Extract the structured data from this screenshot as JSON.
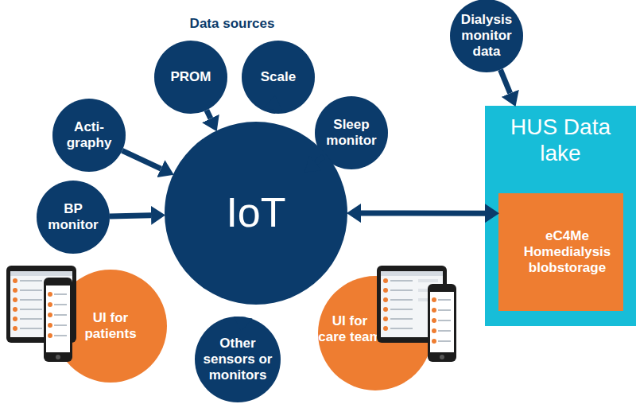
{
  "diagram": {
    "nodes": [
      {
        "text": [
          "PROM"
        ]
      },
      {
        "text": [
          "Scale"
        ]
      },
      {
        "text": [
          "Dialysis monitor data"
        ]
      },
      {
        "text": [
          "Acti- graphy"
        ]
      },
      {
        "text": [
          "Sleep monitor"
        ]
      },
      {
        "text": [
          "HUS Data lake"
        ]
      },
      {
        "text": [
          "eC4Me Homedialysis blobstorage"
        ],
        "in": 5
      },
      {
        "text": [
          "BP monitor"
        ]
      },
      {
        "text": [
          "IoT"
        ]
      },
      {
        "text": [
          "UI for patients"
        ]
      },
      {
        "text": [
          "UI for care team"
        ]
      },
      {
        "text": [
          "Other sensors or monitors"
        ]
      }
    ],
    "edges": [
      {
        "from": 0,
        "to": 8,
        "arrow": "to"
      },
      {
        "from": 1,
        "to": 8,
        "arrow": "to"
      },
      {
        "from": 3,
        "to": 8,
        "arrow": "to"
      },
      {
        "from": 4,
        "to": 8,
        "arrow": "to"
      },
      {
        "from": 7,
        "to": 8,
        "arrow": "to"
      },
      {
        "from": 11,
        "to": 8,
        "arrow": "to"
      },
      {
        "from": 2,
        "to": 5,
        "arrow": "to"
      },
      {
        "from": 8,
        "to": 6,
        "arrow": "both"
      }
    ],
    "labels": [
      "Data sources"
    ]
  }
}
